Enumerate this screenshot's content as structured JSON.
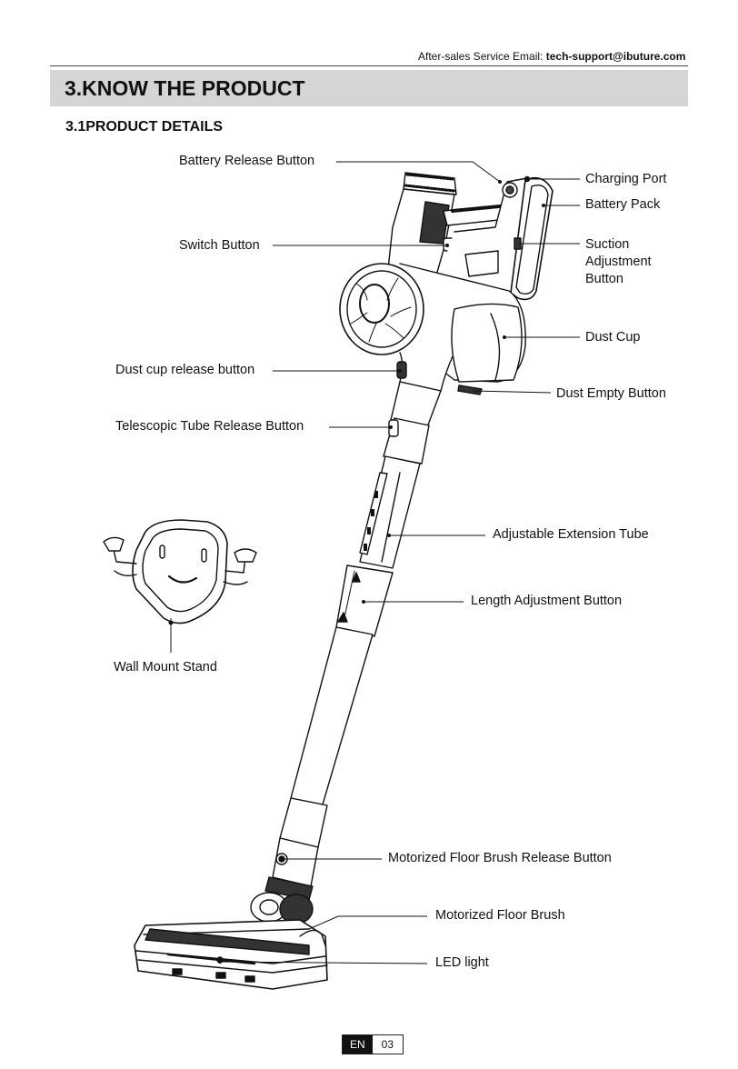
{
  "header": {
    "service_prefix": "After-sales Service Email: ",
    "service_email": "tech-support@ibuture.com"
  },
  "section": {
    "title": "3.KNOW THE PRODUCT",
    "subtitle": "3.1PRODUCT DETAILS"
  },
  "labels": {
    "battery_release_button": "Battery Release Button",
    "charging_port": "Charging Port",
    "battery_pack": "Battery Pack",
    "switch_button": "Switch Button",
    "suction_adjustment_button": "Suction Adjustment Button",
    "dust_cup": "Dust Cup",
    "dust_cup_release_button": "Dust cup release button",
    "dust_empty_button": "Dust Empty Button",
    "telescopic_tube_release_button": "Telescopic Tube Release Button",
    "adjustable_extension_tube": "Adjustable Extension Tube",
    "length_adjustment_button": "Length Adjustment Button",
    "wall_mount_stand": "Wall Mount Stand",
    "motorized_floor_brush_release_button": "Motorized Floor Brush Release Button",
    "motorized_floor_brush": "Motorized Floor Brush",
    "led_light": "LED light"
  },
  "footer": {
    "language": "EN",
    "page_number": "03"
  }
}
